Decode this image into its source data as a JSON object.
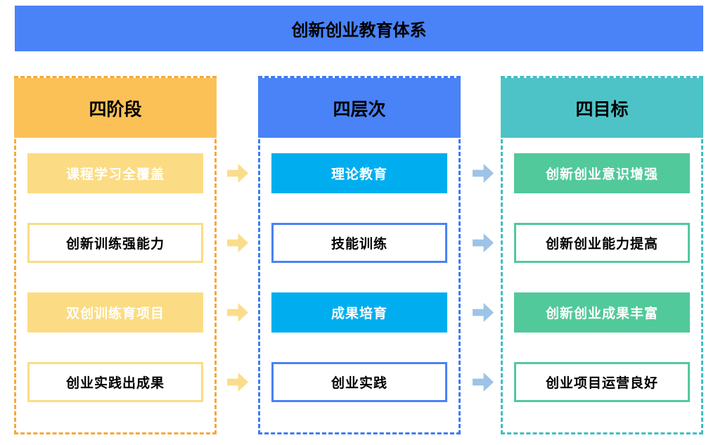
{
  "title": "创新创业教育体系",
  "colors": {
    "title-blue": "#4A82F7",
    "orange-header": "#FBC157",
    "orange-border": "#F5A93B",
    "orange-light": "#FBDC84",
    "orange-arrow": "#FADD8C",
    "blue-header": "#4A82F7",
    "blue-border": "#3E7BF2",
    "cyan": "#00AEEF",
    "blue-arrow": "#9DC3E6",
    "teal-header": "#4EC3C7",
    "teal-border": "#3FBFC4",
    "green": "#52C99B"
  },
  "columns": [
    {
      "header": "四阶段",
      "items": [
        {
          "label": "课程学习全覆盖",
          "style": "filled"
        },
        {
          "label": "创新训练强能力",
          "style": "outline"
        },
        {
          "label": "双创训练育项目",
          "style": "filled"
        },
        {
          "label": "创业实践出成果",
          "style": "outline"
        }
      ]
    },
    {
      "header": "四层次",
      "items": [
        {
          "label": "理论教育",
          "style": "filled"
        },
        {
          "label": "技能训练",
          "style": "outline"
        },
        {
          "label": "成果培育",
          "style": "filled"
        },
        {
          "label": "创业实践",
          "style": "outline"
        }
      ]
    },
    {
      "header": "四目标",
      "items": [
        {
          "label": "创新创业意识增强",
          "style": "filled"
        },
        {
          "label": "创新创业能力提高",
          "style": "outline"
        },
        {
          "label": "创新创业成果丰富",
          "style": "filled"
        },
        {
          "label": "创业项目运营良好",
          "style": "outline"
        }
      ]
    }
  ]
}
